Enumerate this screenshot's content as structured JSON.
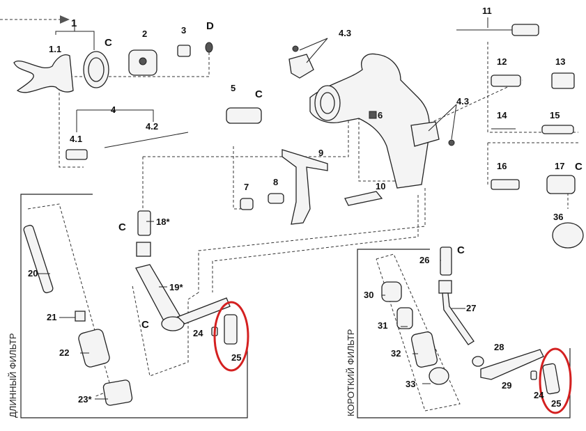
{
  "labels": {
    "p1": "1",
    "p1_1": "1.1",
    "c1": "C",
    "p2": "2",
    "p3": "3",
    "d": "D",
    "p4_3a": "4.3",
    "p11": "11",
    "p12": "12",
    "p13": "13",
    "p5": "5",
    "c5": "C",
    "p6": "6",
    "p4_3b": "4.3",
    "p14": "14",
    "p15": "15",
    "p4": "4",
    "p4_2": "4.2",
    "p4_1": "4.1",
    "p9": "9",
    "p16": "16",
    "p17": "17",
    "c17": "C",
    "p7": "7",
    "p8": "8",
    "p10": "10",
    "p36": "36",
    "p18": "18*",
    "c18": "C",
    "p20": "20",
    "p19": "19*",
    "p21": "21",
    "c19": "C",
    "p24a": "24",
    "p22": "22",
    "p25a": "25",
    "p23": "23*",
    "p26": "26",
    "c26": "C",
    "p30": "30",
    "p27": "27",
    "p31": "31",
    "p28": "28",
    "p32": "32",
    "p29": "29",
    "p33": "33",
    "p24b": "24",
    "p25b": "25"
  },
  "sections": {
    "long_filter": "ДЛИННЫЙ ФИЛЬТР",
    "short_filter": "КОРОТКИЙ ФИЛЬТР"
  },
  "highlight_color": "#d42020"
}
